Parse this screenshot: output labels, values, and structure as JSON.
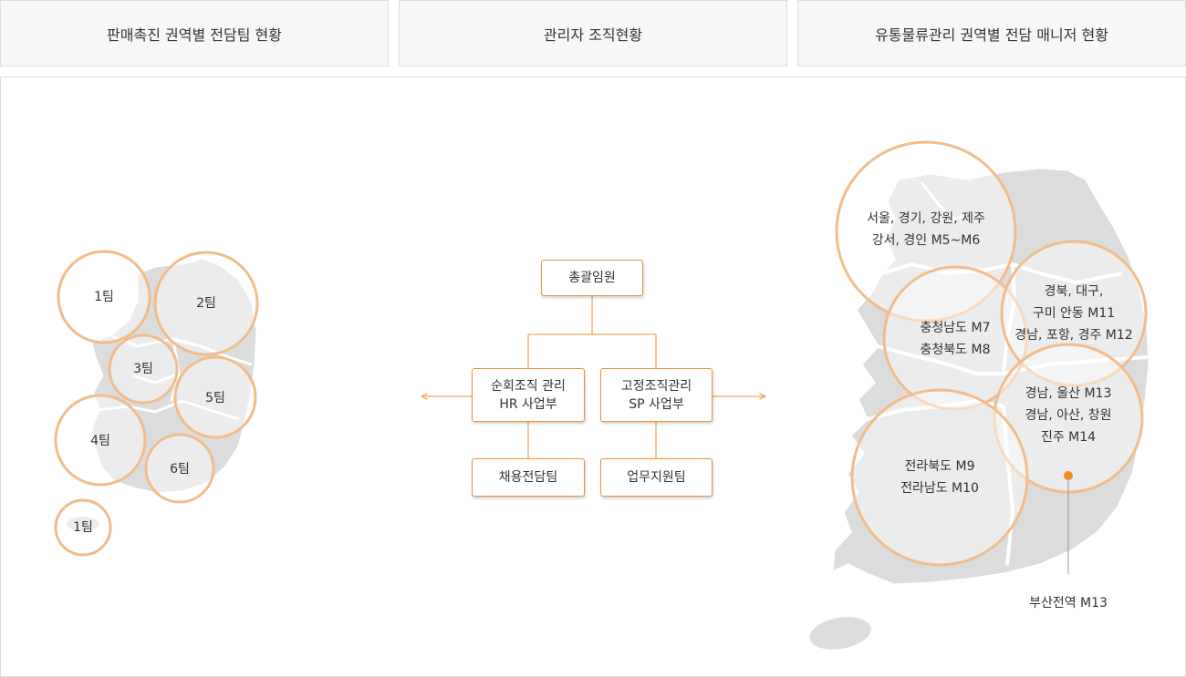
{
  "tabs": [
    {
      "label": "판매촉진 권역별 전담팀 현황"
    },
    {
      "label": "관리자 조직현황"
    },
    {
      "label": "유통물류관리 권역별 전담 매니저 현황"
    }
  ],
  "left_map": {
    "teams": [
      {
        "label": "1팀"
      },
      {
        "label": "2팀"
      },
      {
        "label": "3팀"
      },
      {
        "label": "5팀"
      },
      {
        "label": "4팀"
      },
      {
        "label": "6팀"
      },
      {
        "label": "1팀"
      }
    ]
  },
  "org_chart": {
    "top": "총괄임원",
    "left_dept": {
      "line1": "순회조직 관리",
      "line2": "HR 사업부"
    },
    "right_dept": {
      "line1": "고정조직관리",
      "line2": "SP 사업부"
    },
    "left_team": "채용전담팀",
    "right_team": "업무지원팀"
  },
  "right_map": {
    "regions": [
      {
        "line1": "서울, 경기, 강원, 제주",
        "line2": "강서, 경인 M5~M6"
      },
      {
        "line1": "충청남도 M7",
        "line2": "충청북도 M8"
      },
      {
        "line1": "경북, 대구,",
        "line2": "구미 안동 M11",
        "line3": "경남, 포항, 경주 M12"
      },
      {
        "line1": "경남, 울산 M13",
        "line2": "경남, 아산, 창원",
        "line3": "진주 M14"
      },
      {
        "line1": "전라북도 M9",
        "line2": "전라남도 M10"
      }
    ],
    "busan_label": "부산전역 M13"
  },
  "colors": {
    "accent": "#e8913a",
    "circle_stroke": "#f2bc8a",
    "map_fill": "#dcdcdc",
    "border": "#dcdcdc",
    "tab_bg": "#f7f7f7"
  }
}
